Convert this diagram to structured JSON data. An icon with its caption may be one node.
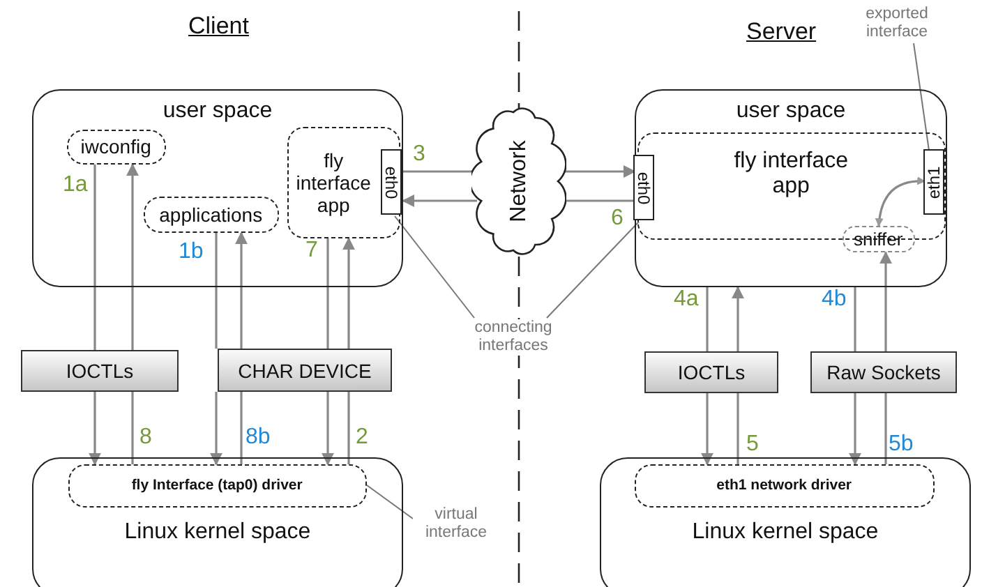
{
  "diagram": {
    "nodes": [
      {
        "text": [
          "user space"
        ]
      },
      {
        "text": [
          "iwconfig"
        ],
        "in": 0
      },
      {
        "text": [
          "applications"
        ],
        "in": 0
      },
      {
        "text": [
          "fly interface app"
        ],
        "in": 0
      },
      {
        "text": [
          "eth0"
        ],
        "in": 3
      },
      {
        "text": [
          "IOCTLs"
        ]
      },
      {
        "text": [
          "CHAR DEVICE"
        ]
      },
      {
        "text": [
          "Linux kernel space"
        ]
      },
      {
        "text": [
          "fly Interface (tap0) driver"
        ],
        "in": 7
      },
      {
        "text": [
          "Network"
        ]
      },
      {
        "text": [
          "user space"
        ]
      },
      {
        "text": [
          "fly interface app"
        ],
        "in": 10
      },
      {
        "text": [
          "eth0"
        ],
        "in": 11
      },
      {
        "text": [
          "eth1"
        ],
        "in": 11
      },
      {
        "text": [
          "sniffer"
        ],
        "in": 10
      },
      {
        "text": [
          "IOCTLs"
        ]
      },
      {
        "text": [
          "Raw Sockets"
        ]
      },
      {
        "text": [
          "Linux kernel space"
        ]
      },
      {
        "text": [
          "eth1 network driver"
        ],
        "in": 17
      },
      {
        "text": [
          "connecting interfaces"
        ]
      },
      {
        "text": [
          "virtual interface"
        ]
      },
      {
        "text": [
          "exported interface"
        ]
      }
    ],
    "edges": [
      {
        "from": 1,
        "to": 5,
        "arrow": "none"
      },
      {
        "from": 5,
        "to": 8,
        "arrow": "to"
      },
      {
        "from": 8,
        "to": 5,
        "arrow": "none"
      },
      {
        "from": 5,
        "to": 1,
        "arrow": "to"
      },
      {
        "from": 2,
        "to": 6,
        "arrow": "none"
      },
      {
        "from": 6,
        "to": 8,
        "arrow": "to"
      },
      {
        "from": 8,
        "to": 6,
        "arrow": "none"
      },
      {
        "from": 6,
        "to": 2,
        "arrow": "to"
      },
      {
        "from": 3,
        "to": 6,
        "arrow": "none"
      },
      {
        "from": 6,
        "to": 8,
        "arrow": "to"
      },
      {
        "from": 8,
        "to": 6,
        "arrow": "none"
      },
      {
        "from": 6,
        "to": 3,
        "arrow": "to"
      },
      {
        "from": 4,
        "to": 9,
        "arrow": "none"
      },
      {
        "from": 9,
        "to": 12,
        "arrow": "to"
      },
      {
        "from": 12,
        "to": 9,
        "arrow": "none"
      },
      {
        "from": 9,
        "to": 4,
        "arrow": "to"
      },
      {
        "from": 10,
        "to": 15,
        "arrow": "none"
      },
      {
        "from": 15,
        "to": 18,
        "arrow": "to"
      },
      {
        "from": 18,
        "to": 15,
        "arrow": "none"
      },
      {
        "from": 15,
        "to": 10,
        "arrow": "to"
      },
      {
        "from": 10,
        "to": 16,
        "arrow": "none"
      },
      {
        "from": 16,
        "to": 18,
        "arrow": "to"
      },
      {
        "from": 18,
        "to": 16,
        "arrow": "none"
      },
      {
        "from": 16,
        "to": 14,
        "arrow": "to"
      },
      {
        "from": 14,
        "to": 13,
        "arrow": "both"
      },
      {
        "from": 19,
        "to": 4,
        "arrow": "none"
      },
      {
        "from": 19,
        "to": 12,
        "arrow": "none"
      },
      {
        "from": 20,
        "to": 8,
        "arrow": "none"
      },
      {
        "from": 21,
        "to": 13,
        "arrow": "none"
      }
    ],
    "labels": [
      "Client",
      "Server",
      "3",
      "1a",
      "6",
      "1b",
      "7",
      "4a",
      "4b",
      "8",
      "8b",
      "2",
      "5",
      "5b"
    ]
  }
}
